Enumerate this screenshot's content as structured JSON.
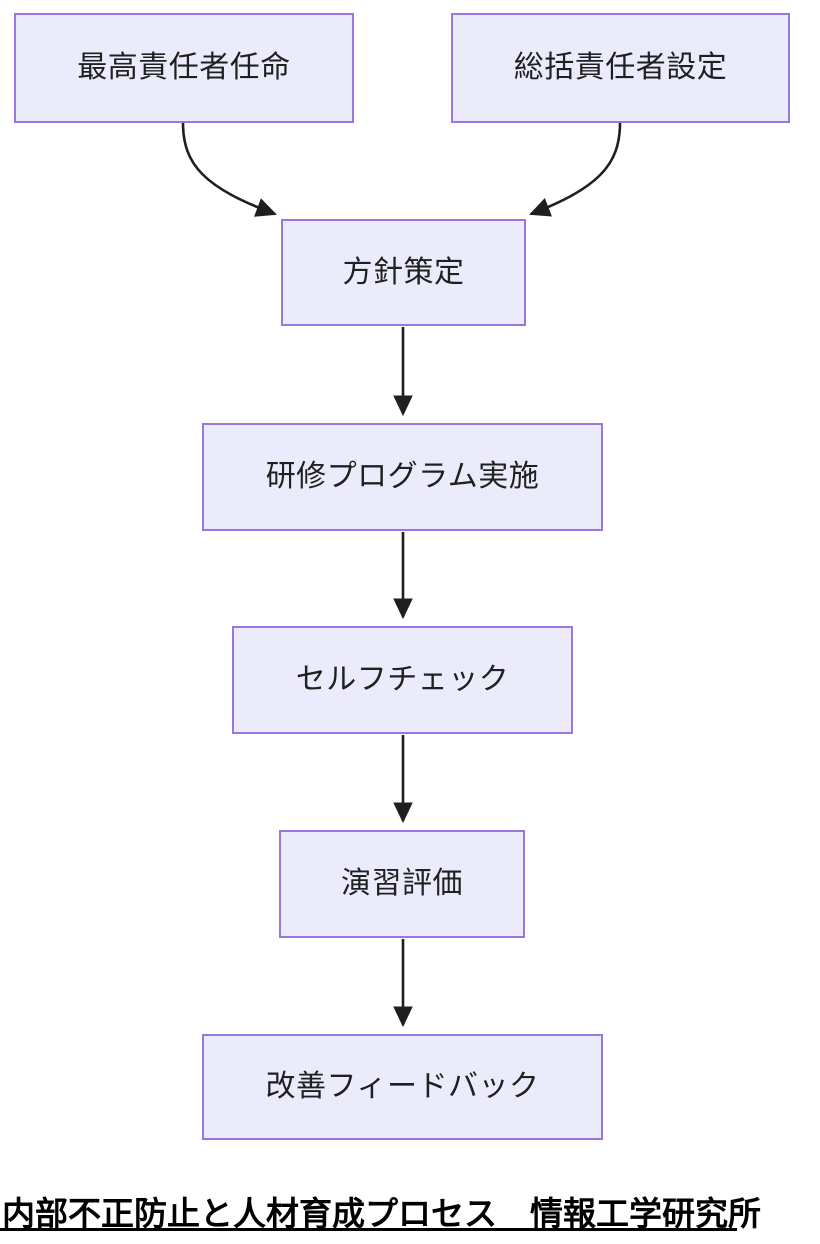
{
  "diagram": {
    "type": "flowchart",
    "orientation": "top-to-bottom",
    "theme": {
      "node_fill": "#ebebfc",
      "node_border": "#9a77e0",
      "node_text": "#1f2020",
      "edge_color": "#1f1f1f",
      "caption_color": "#000000",
      "background": "#ffffff"
    },
    "nodes": [
      {
        "id": "chief",
        "label": "最高責任者任命"
      },
      {
        "id": "general",
        "label": "総括責任者設定"
      },
      {
        "id": "policy",
        "label": "方針策定"
      },
      {
        "id": "training",
        "label": "研修プログラム実施"
      },
      {
        "id": "selfcheck",
        "label": "セルフチェック"
      },
      {
        "id": "drill",
        "label": "演習評価"
      },
      {
        "id": "feedback",
        "label": "改善フィードバック"
      }
    ],
    "edges": [
      {
        "from": "chief",
        "to": "policy",
        "style": "curved",
        "label": ""
      },
      {
        "from": "general",
        "to": "policy",
        "style": "curved",
        "label": ""
      },
      {
        "from": "policy",
        "to": "training",
        "style": "straight",
        "label": ""
      },
      {
        "from": "training",
        "to": "selfcheck",
        "style": "straight",
        "label": ""
      },
      {
        "from": "selfcheck",
        "to": "drill",
        "style": "straight",
        "label": ""
      },
      {
        "from": "drill",
        "to": "feedback",
        "style": "straight",
        "label": ""
      }
    ]
  },
  "caption": {
    "text": "内部不正防止と人材育成プロセス　情報工学研究所"
  }
}
